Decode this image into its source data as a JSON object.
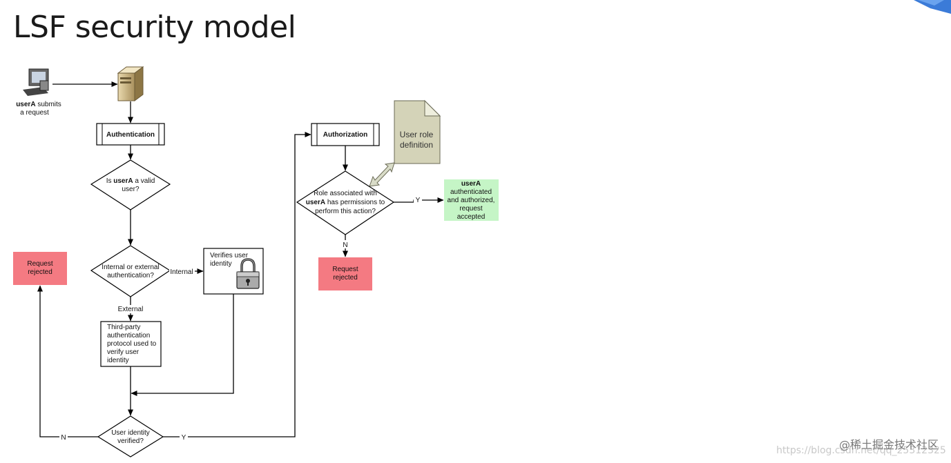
{
  "title": "LSF security model",
  "colors": {
    "rejected_fill": "#f47a82",
    "accepted_fill": "#c5f5c6",
    "document_fill": "#d4d3b8",
    "line": "#000000"
  },
  "diagram": {
    "client": {
      "icon": "computer-user-icon",
      "line1_bold": "userA",
      "line1_rest": " submits",
      "line2": "a request"
    },
    "server": {
      "icon": "server-icon"
    },
    "authentication": {
      "label": "Authentication"
    },
    "valid_user": {
      "line1_pre": "Is ",
      "line1_bold": "userA",
      "line1_post": " a valid",
      "line2": "user?"
    },
    "internal_external": {
      "line1": "Internal or external",
      "line2": "authentication?"
    },
    "internal_label": "Internal",
    "external_label": "External",
    "verifies": {
      "line1": "Verifies user",
      "line2": "identity",
      "icon": "padlock-icon"
    },
    "third_party": {
      "lines": [
        "Third-party",
        "authentication",
        "protocol used to",
        "verify user",
        "identity"
      ]
    },
    "identity_verified": {
      "line1": "User identity",
      "line2": "verified?"
    },
    "no_label_left": "N",
    "yes_label_bottom": "Y",
    "rejected_left": {
      "line1": "Request",
      "line2": "rejected"
    },
    "authorization": {
      "label": "Authorization"
    },
    "role_doc": {
      "line1": "User role",
      "line2": "definition"
    },
    "role_question": {
      "line1": "Role associated with",
      "line2_bold": "userA",
      "line2_rest": " has permissions to",
      "line3": "perform this action?"
    },
    "yes_label_right": "Y",
    "no_label_right": "N",
    "accepted": {
      "bold": "userA",
      "lines": [
        "authenticated",
        "and authorized,",
        "request",
        "accepted"
      ]
    },
    "rejected_right": {
      "line1": "Request",
      "line2": "rejected"
    }
  },
  "watermark": {
    "main": "@稀土掘金技术社区",
    "sub": "https://blog.csdn.net/qq_25312325"
  }
}
